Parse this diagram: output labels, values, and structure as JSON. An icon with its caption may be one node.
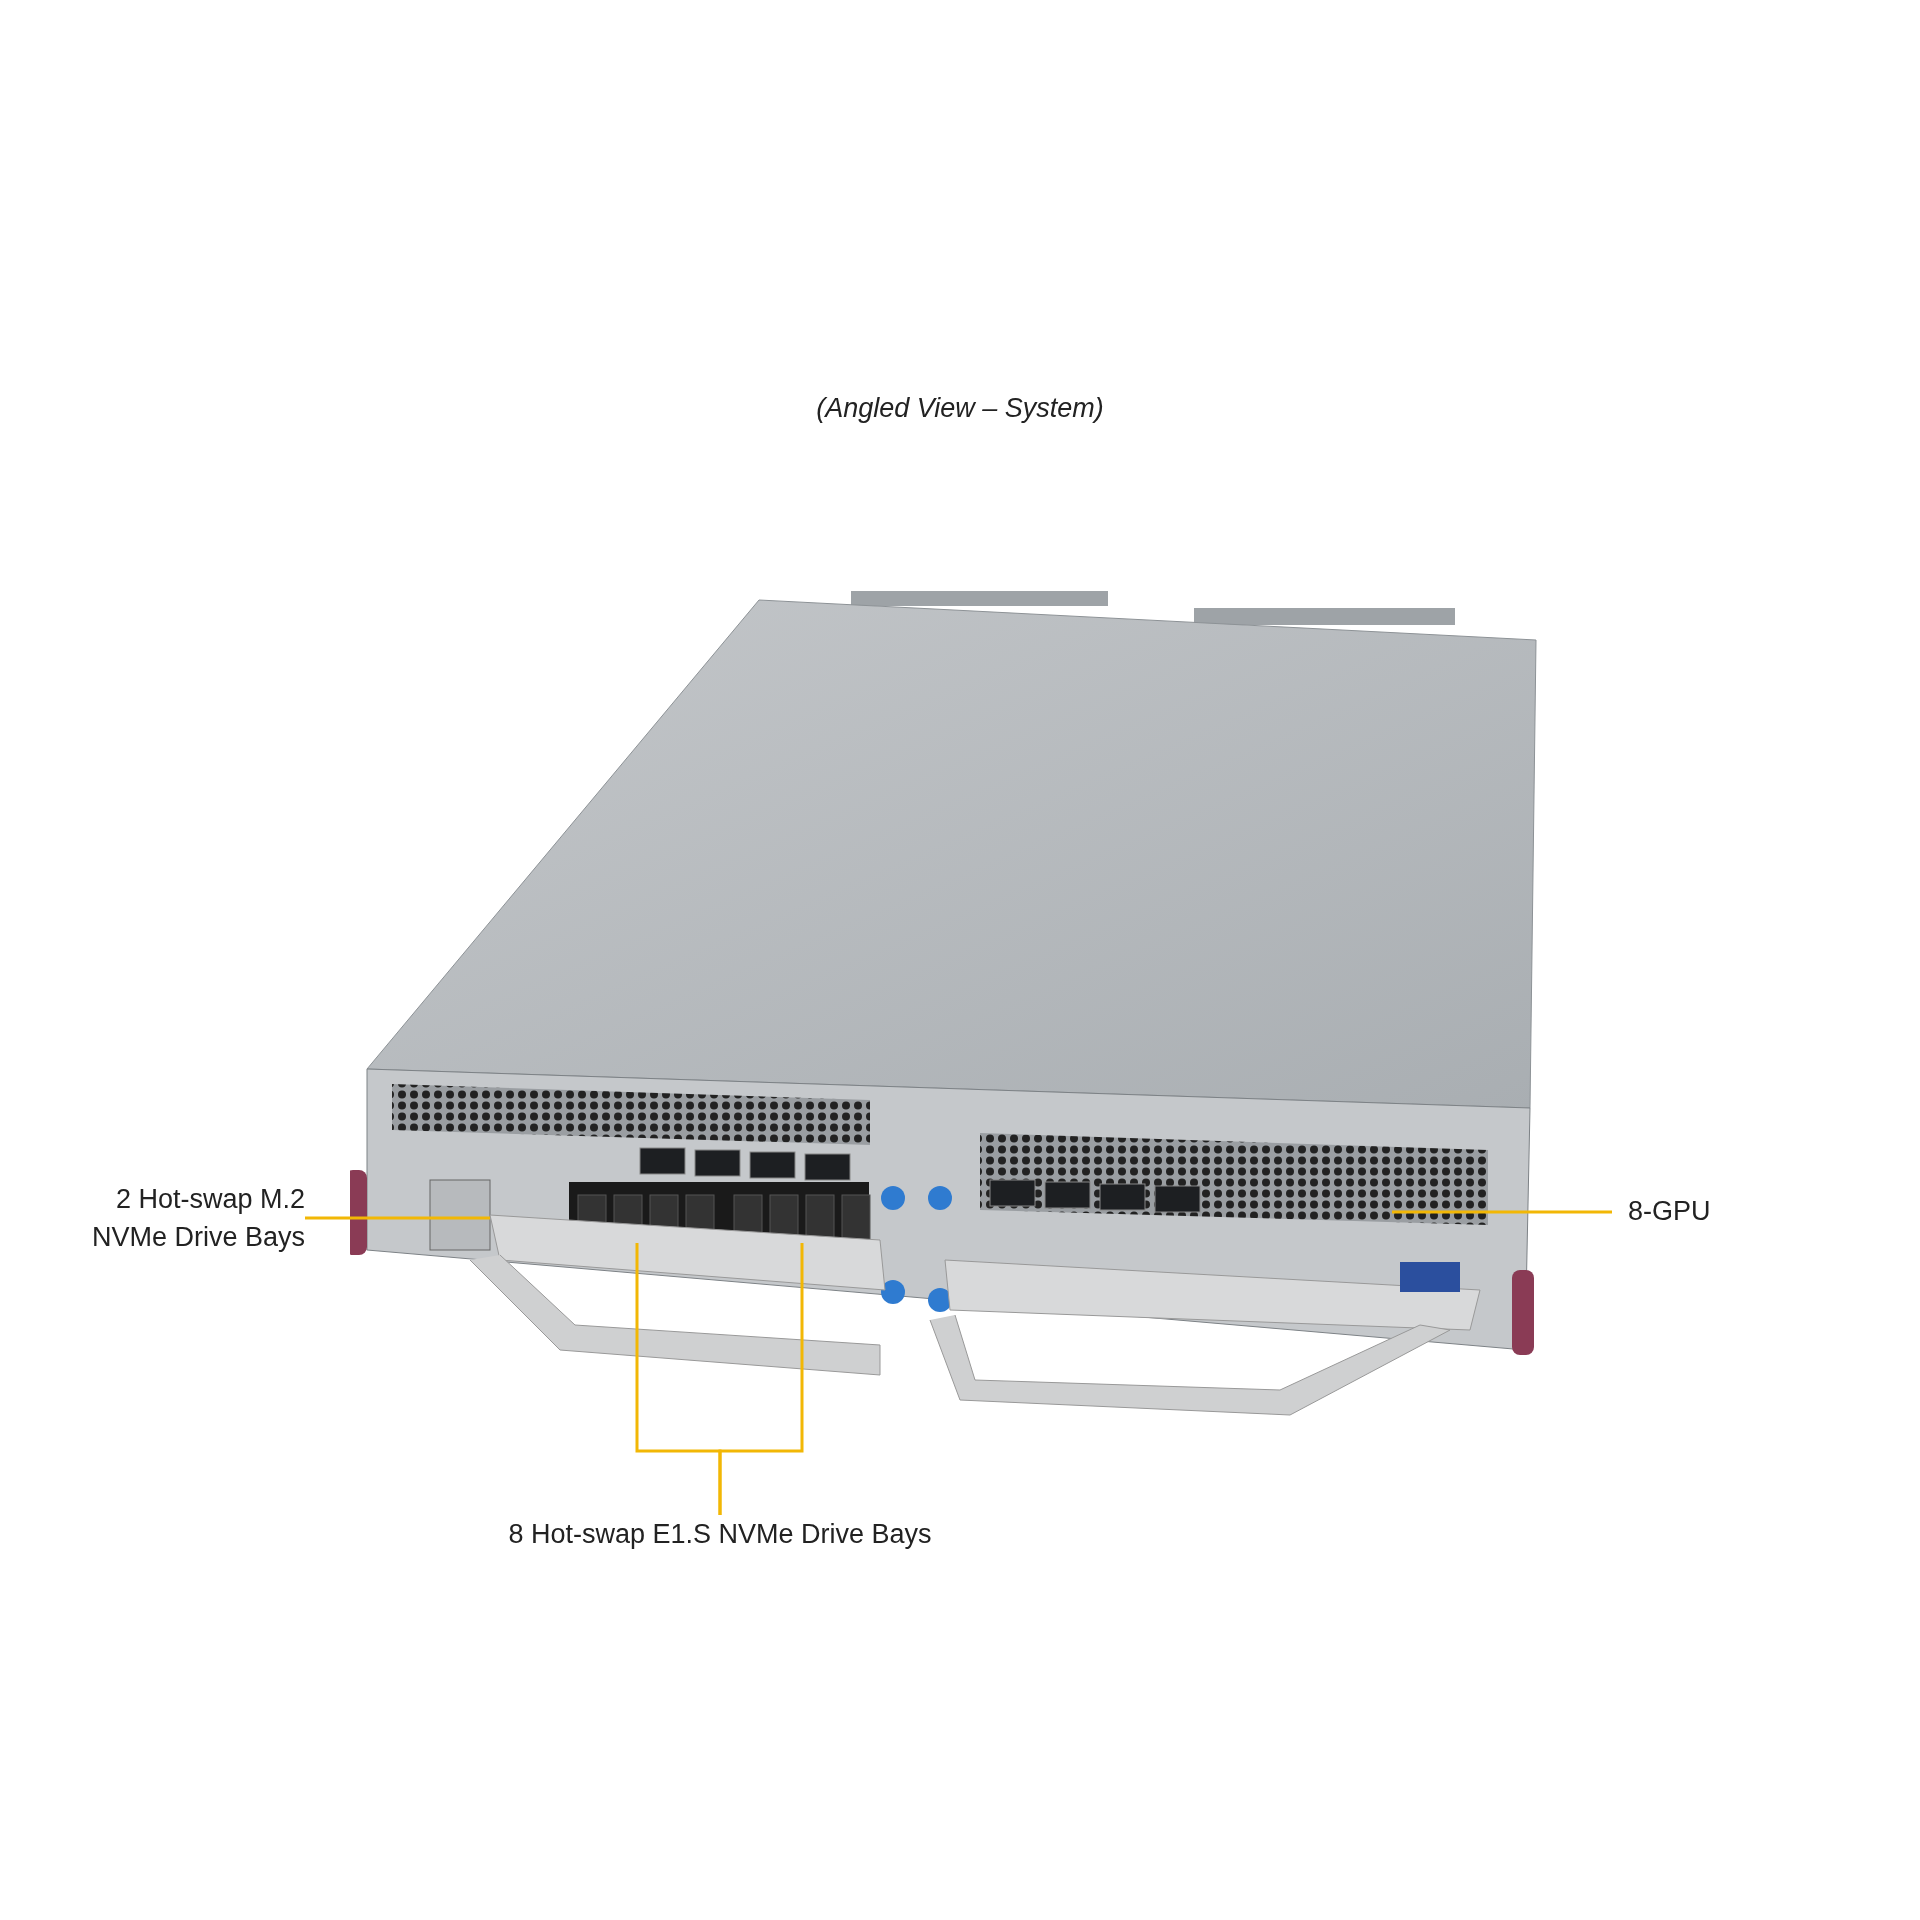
{
  "diagram": {
    "title": "(Angled View – System)",
    "nodes": [
      {
        "text": [
          "2 Hot-swap M.2 NVMe Drive Bays"
        ]
      },
      {
        "text": [
          "8 Hot-swap E1.S NVMe Drive Bays"
        ]
      },
      {
        "text": [
          "8-GPU"
        ]
      }
    ],
    "edges": [
      {
        "from": 0,
        "to": null,
        "arrow": "none"
      },
      {
        "from": 1,
        "to": null,
        "arrow": "none"
      },
      {
        "from": 1,
        "to": null,
        "arrow": "none"
      },
      {
        "from": 2,
        "to": null,
        "arrow": "none"
      }
    ]
  }
}
